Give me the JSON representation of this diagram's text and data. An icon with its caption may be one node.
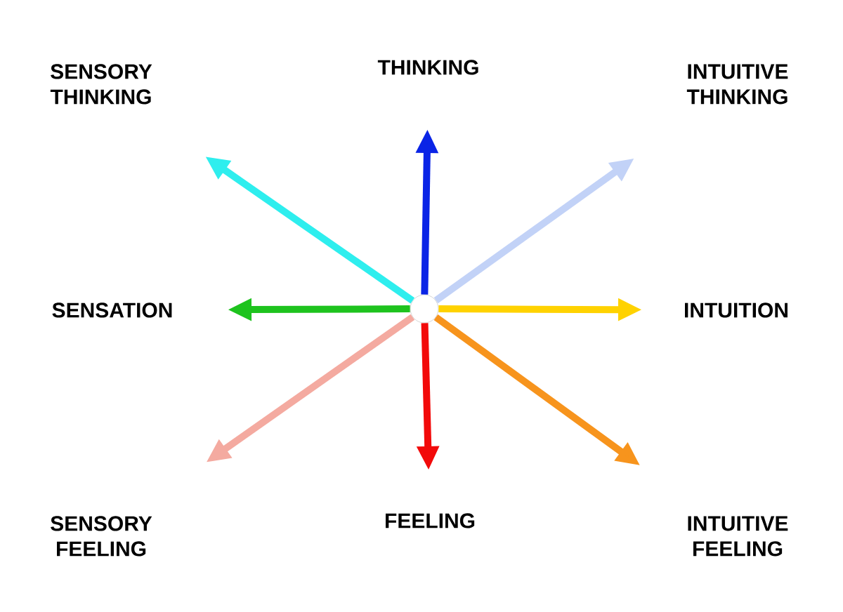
{
  "diagram": {
    "nodes": [
      {
        "text": [
          "SENSORY THINKING"
        ]
      },
      {
        "text": [
          "THINKING"
        ]
      },
      {
        "text": [
          "INTUITIVE THINKING"
        ]
      },
      {
        "text": [
          "SENSATION"
        ]
      },
      {
        "text": [],
        "shape": "circle"
      },
      {
        "text": [
          "INTUITION"
        ]
      },
      {
        "text": [
          "SENSORY FEELING"
        ]
      },
      {
        "text": [
          "FEELING"
        ]
      },
      {
        "text": [
          "INTUITIVE FEELING"
        ]
      }
    ],
    "edges": [
      {
        "from": 4,
        "to": 1,
        "arrow": "to",
        "color": "#0a24e6"
      },
      {
        "from": 4,
        "to": 2,
        "arrow": "to",
        "color": "#c2d2f7"
      },
      {
        "from": 4,
        "to": 5,
        "arrow": "to",
        "color": "#ffd200"
      },
      {
        "from": 4,
        "to": 8,
        "arrow": "to",
        "color": "#f7941d"
      },
      {
        "from": 4,
        "to": 7,
        "arrow": "to",
        "color": "#f20a0a"
      },
      {
        "from": 4,
        "to": 6,
        "arrow": "to",
        "color": "#f4aaa0"
      },
      {
        "from": 4,
        "to": 3,
        "arrow": "to",
        "color": "#1ec31e"
      },
      {
        "from": 4,
        "to": 0,
        "arrow": "to",
        "color": "#2eeeee"
      }
    ]
  }
}
